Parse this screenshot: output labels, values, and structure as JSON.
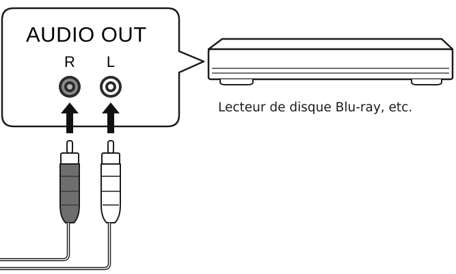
{
  "callout": {
    "title": "AUDIO OUT",
    "jack_right_label": "R",
    "jack_left_label": "L"
  },
  "device": {
    "caption": "Lecteur de disque Blu-ray, etc."
  },
  "colors": {
    "line": "#1a1a1a",
    "plug_dark": "#6e6e6e",
    "plug_light": "#ffffff",
    "device_body": "#ffffff"
  }
}
